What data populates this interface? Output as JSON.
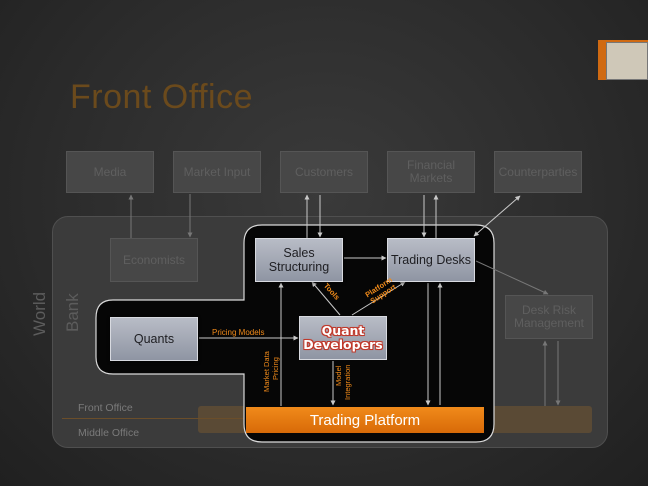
{
  "title": "Front Office",
  "world_label": "World",
  "bank_label": "Bank",
  "front_office_label": "Front Office",
  "middle_office_label": "Middle Office",
  "external_boxes": [
    "Media",
    "Market Input",
    "Customers",
    "Financial Markets",
    "Counterparties"
  ],
  "economists": "Economists",
  "desk_risk": "Desk Risk Management",
  "sales_structuring": "Sales Structuring",
  "trading_desks": "Trading Desks",
  "quants": "Quants",
  "quant_developers": [
    "Quant",
    "Developers"
  ],
  "trading_platform": "Trading Platform",
  "edge_labels": {
    "pricing_models": "Pricing Models",
    "tools": "Tools",
    "platform_support": [
      "Platform",
      "Support"
    ],
    "market_data_pricing": [
      "Market Data",
      "Pricing"
    ],
    "model_integration": [
      "Model",
      "Integration"
    ]
  },
  "colors": {
    "accent": "#f08a1a",
    "title": "#6b4a1c"
  }
}
